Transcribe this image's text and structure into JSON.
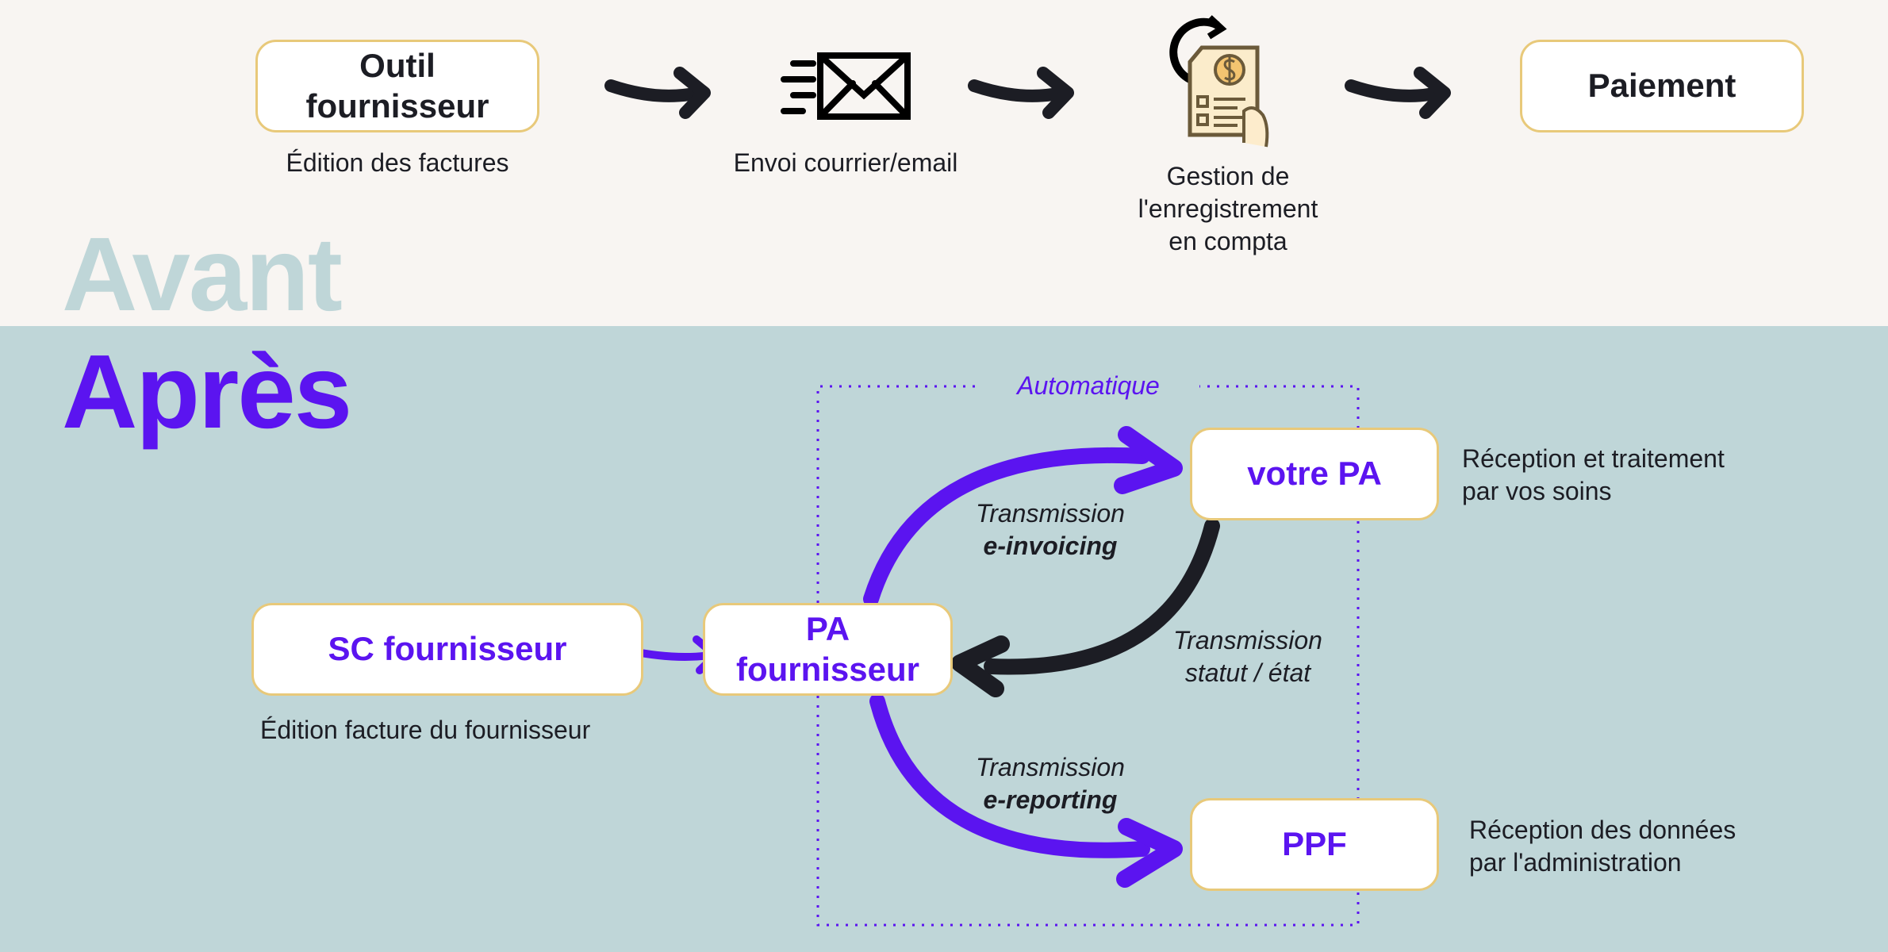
{
  "colors": {
    "top_bg": "#f8f5f2",
    "bottom_bg": "#bfd6d8",
    "accent": "#5b14f0",
    "box_border": "#e8c97a",
    "ink": "#1c1d24",
    "avant": "#bfd6d8"
  },
  "avant": {
    "title": "Avant",
    "steps": [
      {
        "box": "Outil fournisseur",
        "caption": "Édition des factures"
      },
      {
        "icon": "envelope-send-icon",
        "caption": "Envoi courrier/email"
      },
      {
        "icon": "invoice-document-icon",
        "caption_lines": [
          "Gestion de",
          "l'enregistrement",
          "en compta"
        ]
      },
      {
        "box": "Paiement"
      }
    ]
  },
  "apres": {
    "title": "Après",
    "automatic_label": "Automatique",
    "sc_box": "SC fournisseur",
    "sc_caption": "Édition facture du fournisseur",
    "pa_box": "PA fournisseur",
    "votre_pa_box": "votre PA",
    "votre_pa_caption": [
      "Réception et traitement",
      "par vos soins"
    ],
    "ppf_box": "PPF",
    "ppf_caption": [
      "Réception des données",
      "par l'administration"
    ],
    "e_invoicing": {
      "line1": "Transmission",
      "line2": "e-invoicing"
    },
    "statut": {
      "line1": "Transmission",
      "line2": "statut / état"
    },
    "e_reporting": {
      "line1": "Transmission",
      "line2": "e-reporting"
    }
  }
}
